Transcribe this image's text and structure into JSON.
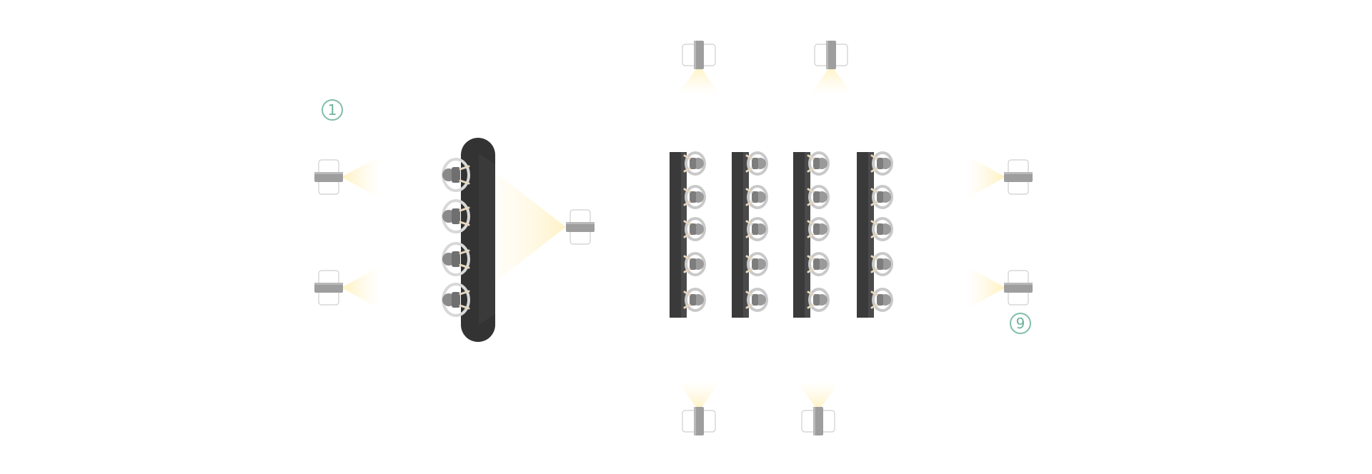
{
  "diagram": {
    "kind": "classroom seating layout (top view)",
    "camera_labels": [
      {
        "id": "camera-1",
        "text": "1"
      },
      {
        "id": "camera-9",
        "text": "9"
      }
    ],
    "cameras": [
      {
        "id": "cam-left-top",
        "facing": "right"
      },
      {
        "id": "cam-left-bottom",
        "facing": "right"
      },
      {
        "id": "cam-stage",
        "facing": "left"
      },
      {
        "id": "cam-top-1",
        "facing": "down"
      },
      {
        "id": "cam-top-2",
        "facing": "down"
      },
      {
        "id": "cam-bottom-1",
        "facing": "up"
      },
      {
        "id": "cam-bottom-2",
        "facing": "up"
      },
      {
        "id": "cam-right-top",
        "facing": "left"
      },
      {
        "id": "cam-right-bottom",
        "facing": "left"
      }
    ],
    "front_desk": {
      "seats": 4
    },
    "rows": {
      "count": 4,
      "seats_per_row": 5
    },
    "colors": {
      "desk": "#3a3a3a",
      "camera_body": "#9e9e9e",
      "camera_frame": "#cfcfcf",
      "light_cone": "#fff3c4",
      "person": "#8a8a8a",
      "label": "#6cb39a"
    }
  }
}
